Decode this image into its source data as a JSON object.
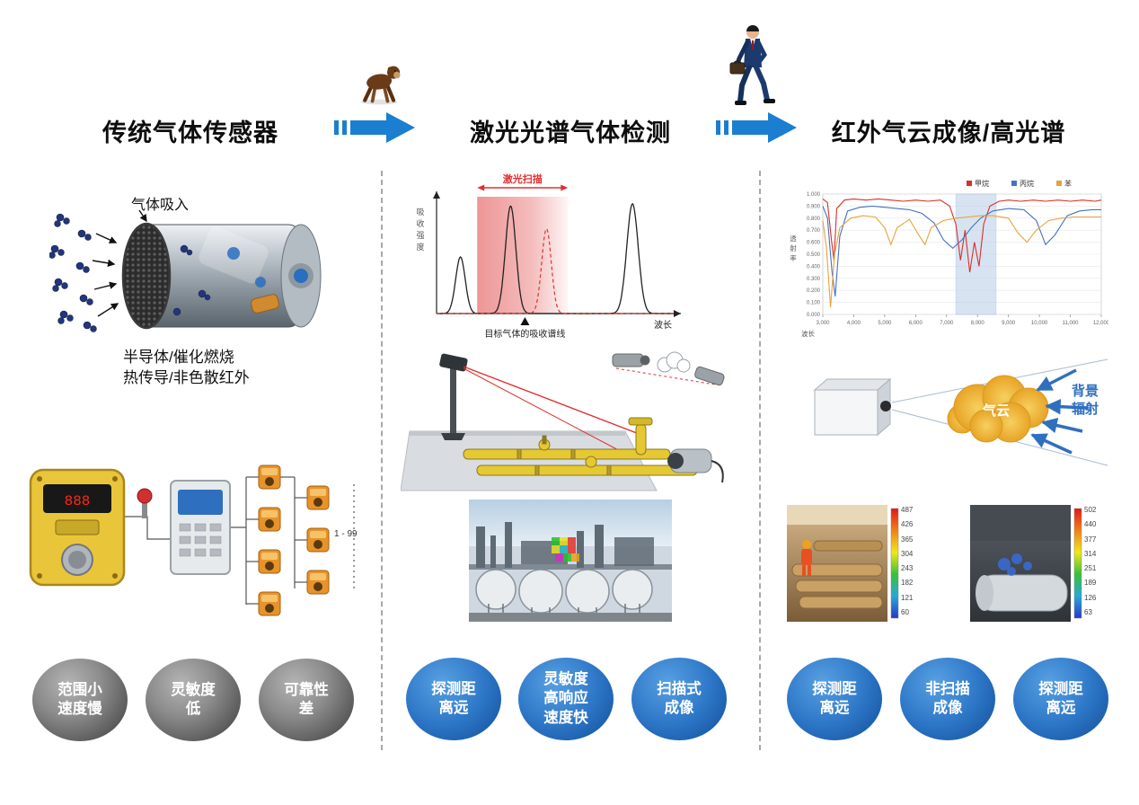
{
  "header": {
    "col1_title": "传统气体传感器",
    "col2_title": "激光光谱气体检测",
    "col3_title": "红外气云成像/高光谱"
  },
  "traditional": {
    "intake_label": "气体吸入",
    "principle_caption": "半导体/催化燃烧\n热传导/非色散红外",
    "detector_display": "888",
    "network_count_label": "1 - 99",
    "badges": [
      "范围小\n速度慢",
      "灵敏度\n低",
      "可靠性\n差"
    ]
  },
  "laser": {
    "badges": [
      "探测距\n离远",
      "灵敏度\n高响应\n速度快",
      "扫描式\n成像"
    ]
  },
  "infrared": {
    "cloud_label": "气云",
    "background_label": "背景\n辐射",
    "thermal_scale_left": [
      "487",
      "426",
      "365",
      "304",
      "243",
      "182",
      "121",
      "60"
    ],
    "thermal_scale_right": [
      "502",
      "440",
      "377",
      "314",
      "251",
      "189",
      "126",
      "63"
    ],
    "badges": [
      "探测距\n离远",
      "非扫描\n成像",
      "探测距\n离远"
    ]
  },
  "chart_data": [
    {
      "type": "line",
      "name": "laser-absorption-spectrum",
      "title": "激光扫描",
      "xlabel": "波长",
      "ylabel": "吸收强度",
      "annotation": "目标气体的吸收谱线",
      "xlim": [
        0,
        1
      ],
      "ylim": [
        0,
        1
      ],
      "scan_band": [
        0.17,
        0.55
      ],
      "peaks": [
        {
          "center": 0.1,
          "height": 0.5,
          "width": 0.02,
          "style": "solid"
        },
        {
          "center": 0.31,
          "height": 0.95,
          "width": 0.022,
          "style": "solid"
        },
        {
          "center": 0.46,
          "height": 0.75,
          "width": 0.02,
          "style": "dashed"
        },
        {
          "center": 0.82,
          "height": 0.97,
          "width": 0.024,
          "style": "solid"
        }
      ],
      "marker_x": 0.37,
      "colors": {
        "band": "#e04040",
        "curve": "#222222",
        "dashed": "#e03030"
      }
    },
    {
      "type": "line",
      "name": "transmission-spectrum",
      "xlabel": "波长",
      "ylabel": "透射率",
      "xlim": [
        3000,
        12000
      ],
      "ylim": [
        0,
        1
      ],
      "y_tick_step": 0.1,
      "x_ticks": [
        3000,
        4000,
        5000,
        6000,
        7000,
        8000,
        9000,
        10000,
        11000,
        12000
      ],
      "x_tick_labels": [
        "3,000",
        "4,000",
        "5,000",
        "6,000",
        "7,000",
        "8,000",
        "9,000",
        "10,000",
        "11,000",
        "12,000"
      ],
      "highlight_band": [
        7300,
        8600
      ],
      "grid": true,
      "legend_position": "top-right",
      "series": [
        {
          "name": "甲烷",
          "color": "#d83028",
          "points": [
            [
              3000,
              0.96
            ],
            [
              3150,
              0.93
            ],
            [
              3280,
              0.62
            ],
            [
              3360,
              0.45
            ],
            [
              3450,
              0.88
            ],
            [
              3700,
              0.95
            ],
            [
              4000,
              0.96
            ],
            [
              4400,
              0.95
            ],
            [
              4800,
              0.96
            ],
            [
              5200,
              0.95
            ],
            [
              5600,
              0.94
            ],
            [
              6000,
              0.95
            ],
            [
              6400,
              0.94
            ],
            [
              6800,
              0.95
            ],
            [
              7100,
              0.9
            ],
            [
              7300,
              0.75
            ],
            [
              7450,
              0.45
            ],
            [
              7600,
              0.7
            ],
            [
              7750,
              0.35
            ],
            [
              7900,
              0.6
            ],
            [
              8050,
              0.4
            ],
            [
              8200,
              0.75
            ],
            [
              8400,
              0.9
            ],
            [
              8700,
              0.94
            ],
            [
              9000,
              0.95
            ],
            [
              9400,
              0.94
            ],
            [
              9800,
              0.95
            ],
            [
              10200,
              0.94
            ],
            [
              10600,
              0.95
            ],
            [
              11000,
              0.94
            ],
            [
              11400,
              0.95
            ],
            [
              11800,
              0.94
            ],
            [
              12000,
              0.95
            ]
          ]
        },
        {
          "name": "丙烷",
          "color": "#4472c4",
          "points": [
            [
              3000,
              0.9
            ],
            [
              3150,
              0.8
            ],
            [
              3300,
              0.35
            ],
            [
              3400,
              0.15
            ],
            [
              3550,
              0.65
            ],
            [
              3800,
              0.86
            ],
            [
              4200,
              0.89
            ],
            [
              4600,
              0.9
            ],
            [
              5000,
              0.89
            ],
            [
              5400,
              0.88
            ],
            [
              5800,
              0.87
            ],
            [
              6200,
              0.84
            ],
            [
              6600,
              0.76
            ],
            [
              6900,
              0.62
            ],
            [
              7200,
              0.55
            ],
            [
              7500,
              0.62
            ],
            [
              7800,
              0.72
            ],
            [
              8100,
              0.8
            ],
            [
              8500,
              0.86
            ],
            [
              9000,
              0.88
            ],
            [
              9500,
              0.87
            ],
            [
              9900,
              0.78
            ],
            [
              10200,
              0.58
            ],
            [
              10500,
              0.66
            ],
            [
              10900,
              0.82
            ],
            [
              11300,
              0.86
            ],
            [
              11700,
              0.87
            ],
            [
              12000,
              0.87
            ]
          ]
        },
        {
          "name": "苯",
          "color": "#e8a33d",
          "points": [
            [
              3000,
              0.78
            ],
            [
              3120,
              0.55
            ],
            [
              3250,
              0.06
            ],
            [
              3380,
              0.5
            ],
            [
              3550,
              0.72
            ],
            [
              3900,
              0.8
            ],
            [
              4300,
              0.82
            ],
            [
              4700,
              0.81
            ],
            [
              5000,
              0.72
            ],
            [
              5200,
              0.58
            ],
            [
              5400,
              0.72
            ],
            [
              5800,
              0.79
            ],
            [
              6100,
              0.66
            ],
            [
              6300,
              0.58
            ],
            [
              6500,
              0.72
            ],
            [
              6900,
              0.78
            ],
            [
              7300,
              0.8
            ],
            [
              7700,
              0.81
            ],
            [
              8100,
              0.82
            ],
            [
              8500,
              0.82
            ],
            [
              9000,
              0.8
            ],
            [
              9300,
              0.68
            ],
            [
              9600,
              0.6
            ],
            [
              9900,
              0.7
            ],
            [
              10300,
              0.78
            ],
            [
              10700,
              0.8
            ],
            [
              11100,
              0.81
            ],
            [
              11500,
              0.81
            ],
            [
              12000,
              0.81
            ]
          ]
        }
      ]
    }
  ]
}
